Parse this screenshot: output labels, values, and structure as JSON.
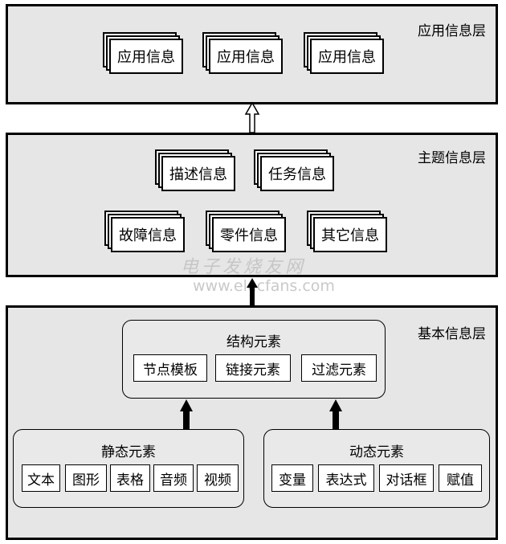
{
  "app_layer": {
    "title": "应用信息层",
    "items": [
      "应用信息",
      "应用信息",
      "应用信息"
    ]
  },
  "theme_layer": {
    "title": "主题信息层",
    "items": [
      "描述信息",
      "任务信息",
      "故障信息",
      "零件信息",
      "其它信息"
    ]
  },
  "base_layer": {
    "title": "基本信息层",
    "structure": {
      "title": "结构元素",
      "items": [
        "节点模板",
        "链接元素",
        "过滤元素"
      ]
    },
    "static": {
      "title": "静态元素",
      "items": [
        "文本",
        "图形",
        "表格",
        "音频",
        "视频"
      ]
    },
    "dynamic": {
      "title": "动态元素",
      "items": [
        "变量",
        "表达式",
        "对话框",
        "赋值"
      ]
    }
  },
  "watermark": {
    "line1": "电子发烧友网",
    "line2": "www.elecfans.com"
  }
}
